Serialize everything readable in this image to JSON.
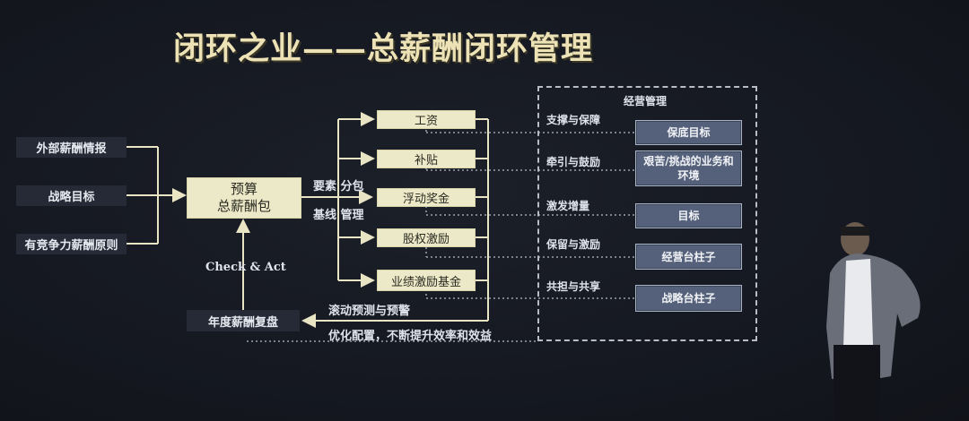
{
  "title": "闭环之业——总薪酬闭环管理",
  "inputs": [
    {
      "label": "外部薪酬情报"
    },
    {
      "label": "战略目标"
    },
    {
      "label": "有竞争力薪酬原则"
    }
  ],
  "budget": {
    "line1": "预算",
    "line2": "总薪酬包"
  },
  "split_labels": {
    "top": "要素 分包",
    "bottom": "基线 管理"
  },
  "components": [
    {
      "label": "工资"
    },
    {
      "label": "补贴"
    },
    {
      "label": "浮动奖金"
    },
    {
      "label": "股权激励"
    },
    {
      "label": "业绩激励基金"
    }
  ],
  "feedback": {
    "check_act": "Check & Act",
    "review": "年度薪酬复盘",
    "forecast": "滚动预测与预警",
    "optimize": "优化配置，不断提升效率和效益"
  },
  "management": {
    "title": "经营管理",
    "rows": [
      {
        "label": "支撑与保障",
        "target": "保底目标"
      },
      {
        "label": "牵引与鼓励",
        "target": "艰苦/挑战的业务和环境"
      },
      {
        "label": "激发增量",
        "target": "目标"
      },
      {
        "label": "保留与激励",
        "target": "经营台柱子"
      },
      {
        "label": "共担与共享",
        "target": "战略台柱子"
      }
    ]
  },
  "colors": {
    "background": "#161922",
    "title": "#ece2b6",
    "cream_box": "#ece9c9",
    "blue_box": "#55617a",
    "dark_box": "#252a36",
    "line": "#e8e4c4"
  }
}
